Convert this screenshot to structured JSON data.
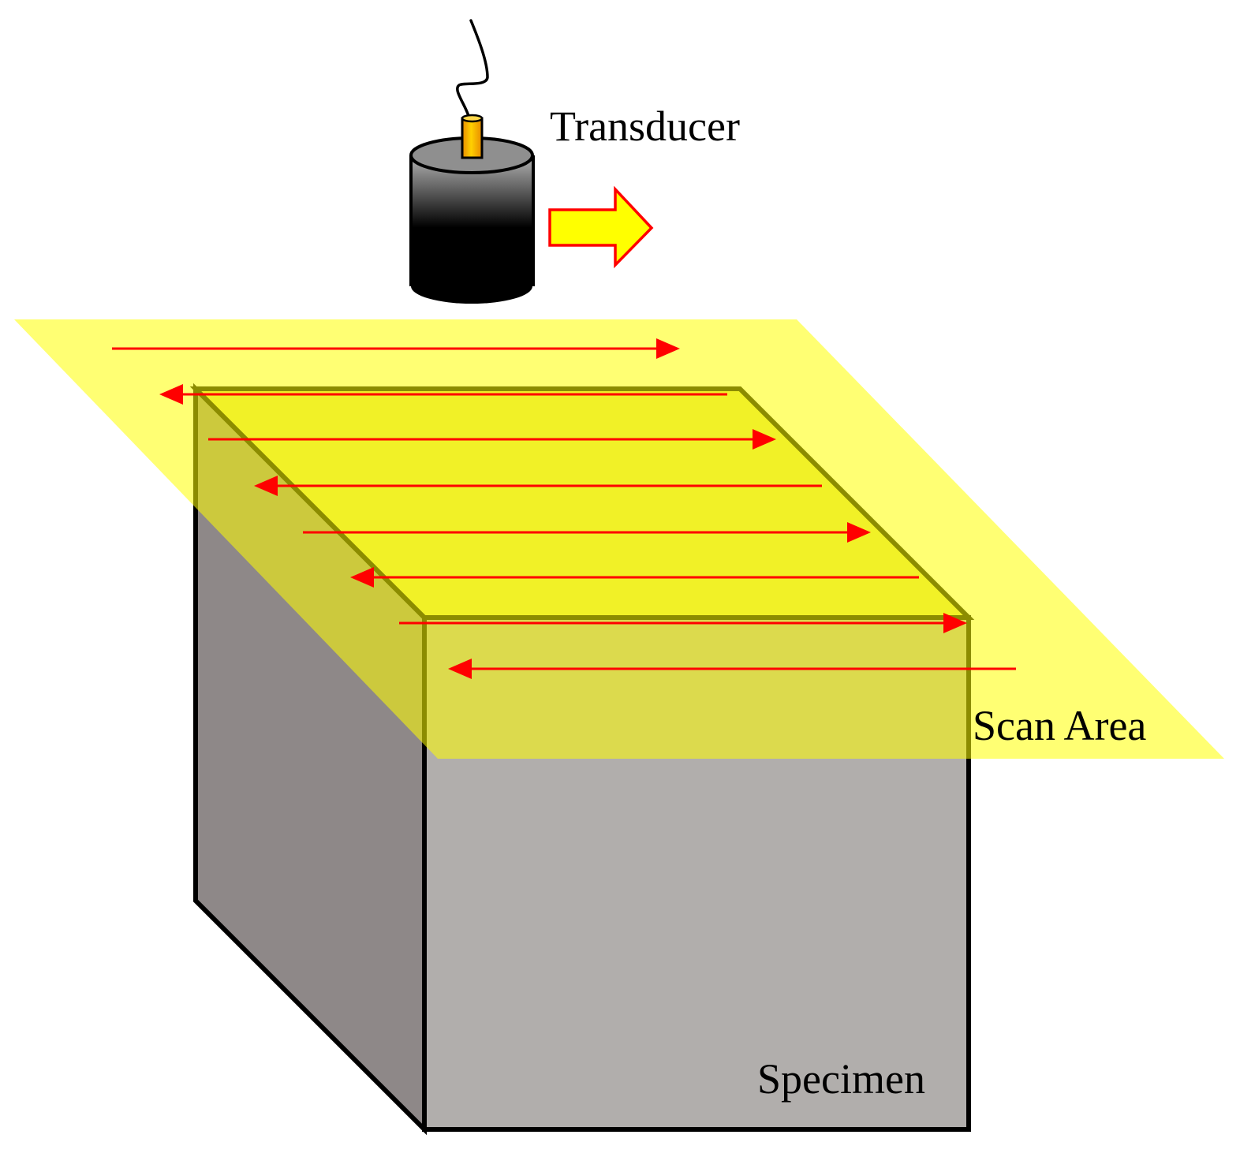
{
  "labels": {
    "transducer": "Transducer",
    "scan_area": "Scan Area",
    "specimen": "Specimen"
  },
  "colors": {
    "scan_plane": "#ffff66",
    "scan_path": "#ff0000",
    "specimen_front": "#b1aeac",
    "specimen_side": "#8e8888",
    "specimen_top": "#e0df57",
    "transducer_body": "#000000",
    "connector": "#f5a800",
    "motion_arrow_fill": "#ffff00",
    "motion_arrow_stroke": "#ff0000"
  },
  "icons": {
    "transducer": "transducer-icon",
    "motion_arrow": "right-arrow-icon",
    "scan_path": "raster-scan-arrows"
  }
}
